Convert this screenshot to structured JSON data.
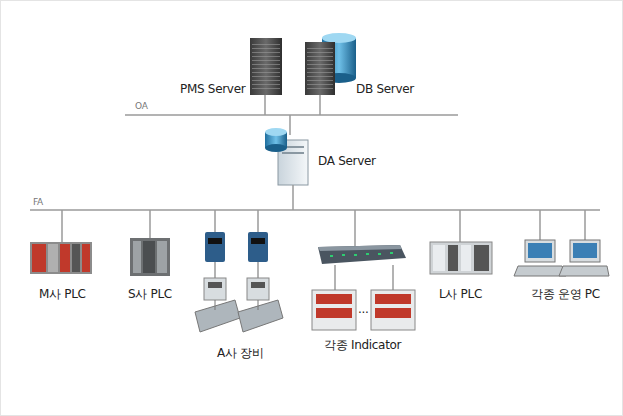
{
  "diagram": {
    "labels": [
      "PMS Server",
      "DB Server",
      "OA",
      "DA Server",
      "FA",
      "M사 PLC",
      "S사 PLC",
      "A사 장비",
      "...",
      "각종 Indicator",
      "L사 PLC",
      "각종 운영 PC"
    ]
  }
}
